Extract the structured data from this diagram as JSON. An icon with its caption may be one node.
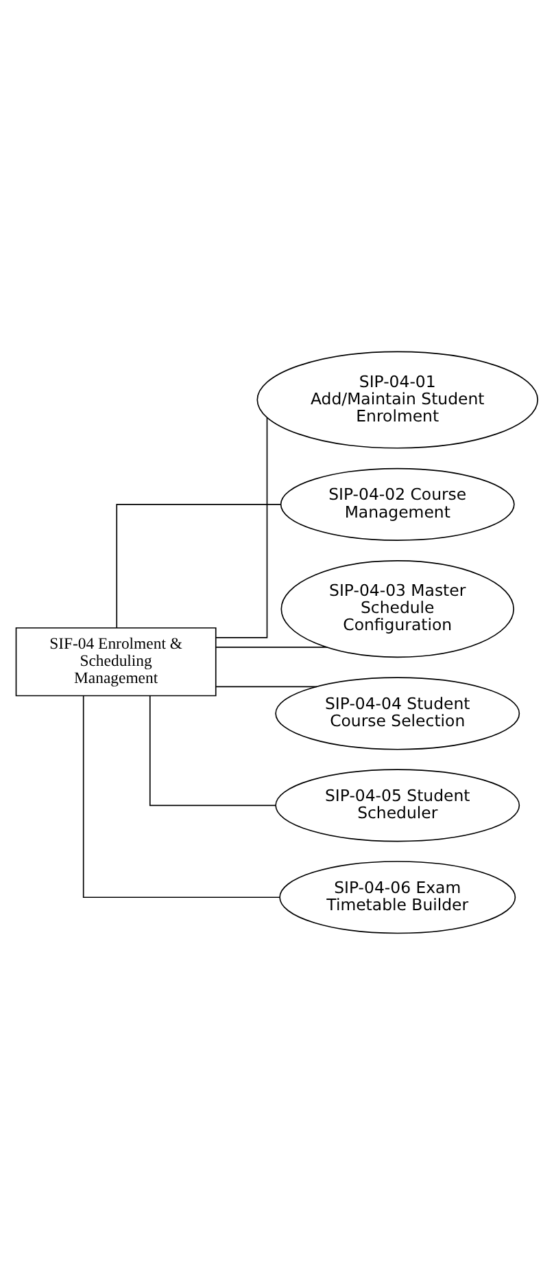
{
  "diagram": {
    "nodes": [
      {
        "text": [
          "SIF-04 Enrolment & Scheduling Management"
        ]
      },
      {
        "text": [
          "SIP-04-01 Add/Maintain Student Enrolment"
        ]
      },
      {
        "text": [
          "SIP-04-02 Course Management"
        ]
      },
      {
        "text": [
          "SIP-04-03 Master Schedule Configuration"
        ]
      },
      {
        "text": [
          "SIP-04-04 Student Course Selection"
        ]
      },
      {
        "text": [
          "SIP-04-05 Student Scheduler"
        ]
      },
      {
        "text": [
          "SIP-04-06 Exam Timetable Builder"
        ]
      }
    ],
    "edges": [
      {
        "from": 0,
        "to": 1,
        "arrow": "none"
      },
      {
        "from": 0,
        "to": 2,
        "arrow": "none"
      },
      {
        "from": 0,
        "to": 3,
        "arrow": "none"
      },
      {
        "from": 0,
        "to": 4,
        "arrow": "none"
      },
      {
        "from": 0,
        "to": 5,
        "arrow": "none"
      },
      {
        "from": 0,
        "to": 6,
        "arrow": "none"
      }
    ]
  }
}
